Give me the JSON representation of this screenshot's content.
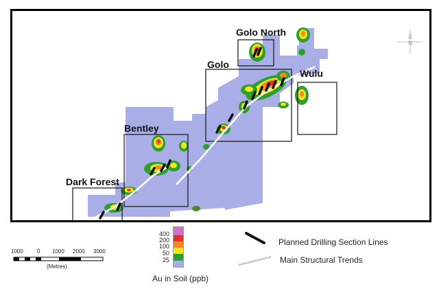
{
  "map": {
    "prospects": [
      {
        "label": "Golo North"
      },
      {
        "label": "Golo"
      },
      {
        "label": "Wulu"
      },
      {
        "label": "Bentley"
      },
      {
        "label": "Dark Forest"
      }
    ],
    "north_arrow": {
      "label": "N",
      "icon": "north-arrow-icon"
    },
    "colors": {
      "soil_background": "#a9aee6",
      "frame": "#000000",
      "drill_line": "#111111",
      "structural_trend": "#ffffff"
    }
  },
  "scale_bar": {
    "ticks": [
      "1000",
      "0",
      "1000",
      "2000",
      "3000"
    ],
    "units": "(Metres)"
  },
  "legend": {
    "title": "Au in Soil (ppb)",
    "classes": [
      {
        "value": "400",
        "color": "#d070c8"
      },
      {
        "value": "200",
        "color": "#e03030"
      },
      {
        "value": "100",
        "color": "#f08a22"
      },
      {
        "value": "50",
        "color": "#f3e51e"
      },
      {
        "value": "25",
        "color": "#2c9f2e"
      },
      {
        "value": "",
        "color": "#a9aee6"
      }
    ],
    "drilling_lines_label": "Planned Drilling Section Lines",
    "structural_trends_label": "Main Structural Trends"
  }
}
